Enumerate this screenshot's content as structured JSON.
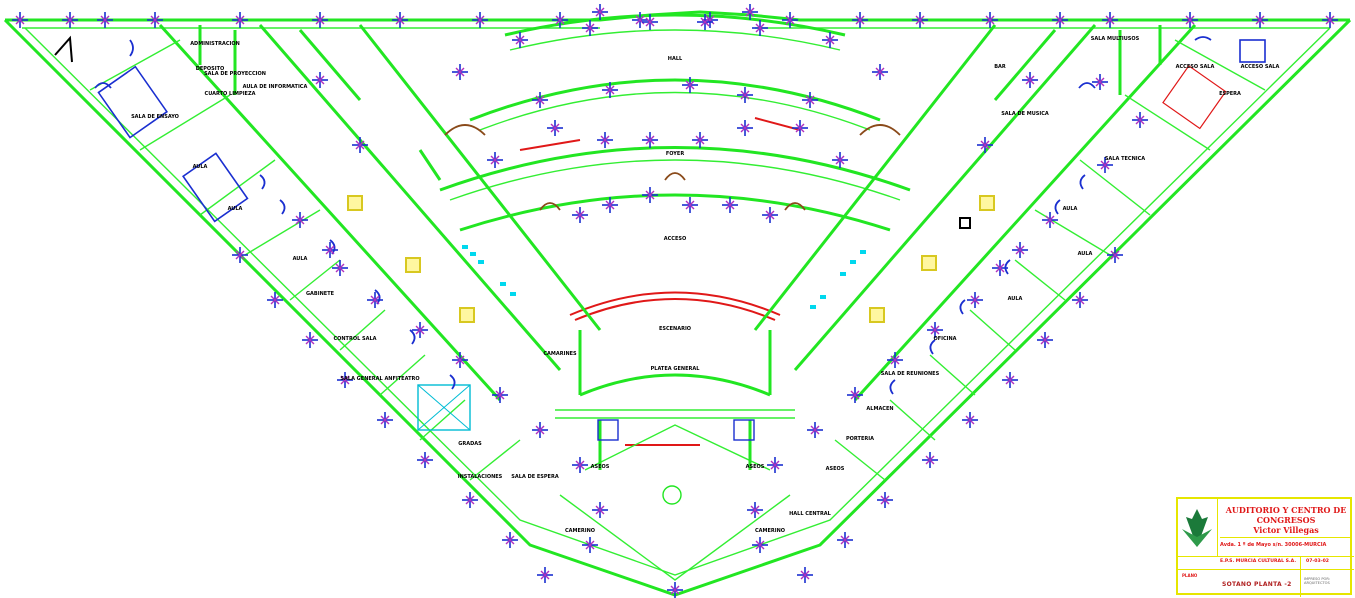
{
  "colors": {
    "wall": "#22e622",
    "door": "#1a2fd0",
    "door_wood": "#8a4a1a",
    "stage": "#e01818",
    "sanitary": "#00d8ee",
    "light_fixture": "#1a2fd0",
    "title_block_border": "#e6e600",
    "title_text": "#e01818"
  },
  "plan_labels": [
    "ADMINISTRACION",
    "SALA DE PROYECCION",
    "SALA MULTIUSOS",
    "BAR",
    "AULA DE INFORMATICA",
    "DEPOSITO",
    "SALA DE MUSICA",
    "HALL",
    "SALA DE ENSAYO",
    "AULA",
    "AULA",
    "AULA",
    "GABINETE",
    "CONTROL SALA",
    "SALA GENERAL ANFITEATRO",
    "GRADAS",
    "CAMARINES",
    "ESCENARIO",
    "PLATEA GENERAL",
    "FOYER",
    "ACCESO",
    "ASEOS",
    "ASEOS",
    "SALA DE ESPERA",
    "CAMERINO",
    "CAMERINO",
    "INSTALACIONES",
    "AULA",
    "AULA",
    "AULA",
    "OFICINA",
    "SALA DE REUNIONES",
    "ALMACEN",
    "PORTERIA",
    "ASEOS",
    "HALL CENTRAL",
    "SALA TECNICA",
    "CUARTO LIMPIEZA",
    "ESPERA",
    "ACCESO SALA",
    "ACCESO SALA"
  ],
  "title_block": {
    "title": "AUDITORIO Y CENTRO DE CONGRESOS",
    "subtitle": "Victor Villegas",
    "address": "Avda. 1 º de Mayo s/n. 30006-MURCIA",
    "company": "E.P.S. MURCIA CULTURAL S.A.",
    "date": "07-03-02",
    "sheet_label": "PLANO",
    "sheet": "SOTANO PLANTA -2",
    "code": "IMPRESO POR: ARQUITECTOS"
  },
  "icons": [
    "ceiling-light-icon",
    "plant-logo-icon",
    "door-swing-icon",
    "elevator-icon"
  ]
}
